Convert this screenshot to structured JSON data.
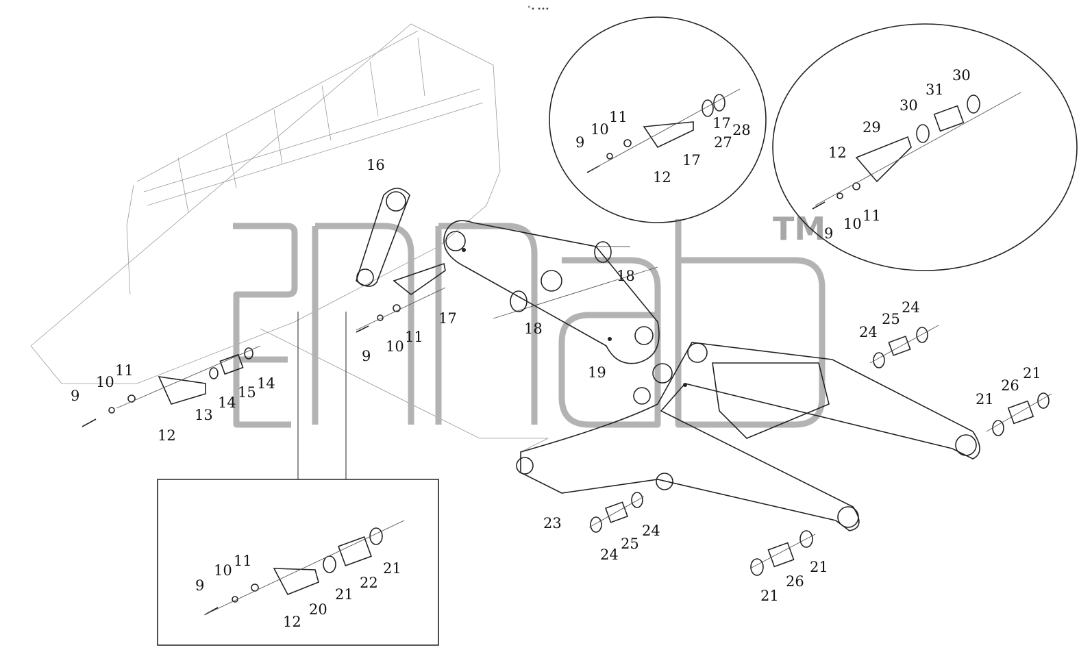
{
  "header_mark": "°• •••",
  "watermark_tm": "TM",
  "callouts": [
    "9",
    "10",
    "11",
    "12",
    "13",
    "14",
    "14",
    "15",
    "16",
    "17",
    "9",
    "10",
    "11",
    "17",
    "18",
    "18",
    "19",
    "9",
    "10",
    "11",
    "12",
    "17",
    "27",
    "28",
    "12",
    "29",
    "30",
    "31",
    "30",
    "9",
    "10",
    "11",
    "24",
    "25",
    "24",
    "21",
    "26",
    "21",
    "23",
    "24",
    "25",
    "24",
    "9",
    "10",
    "11",
    "12",
    "20",
    "21",
    "22",
    "21",
    "21",
    "26",
    "21"
  ]
}
